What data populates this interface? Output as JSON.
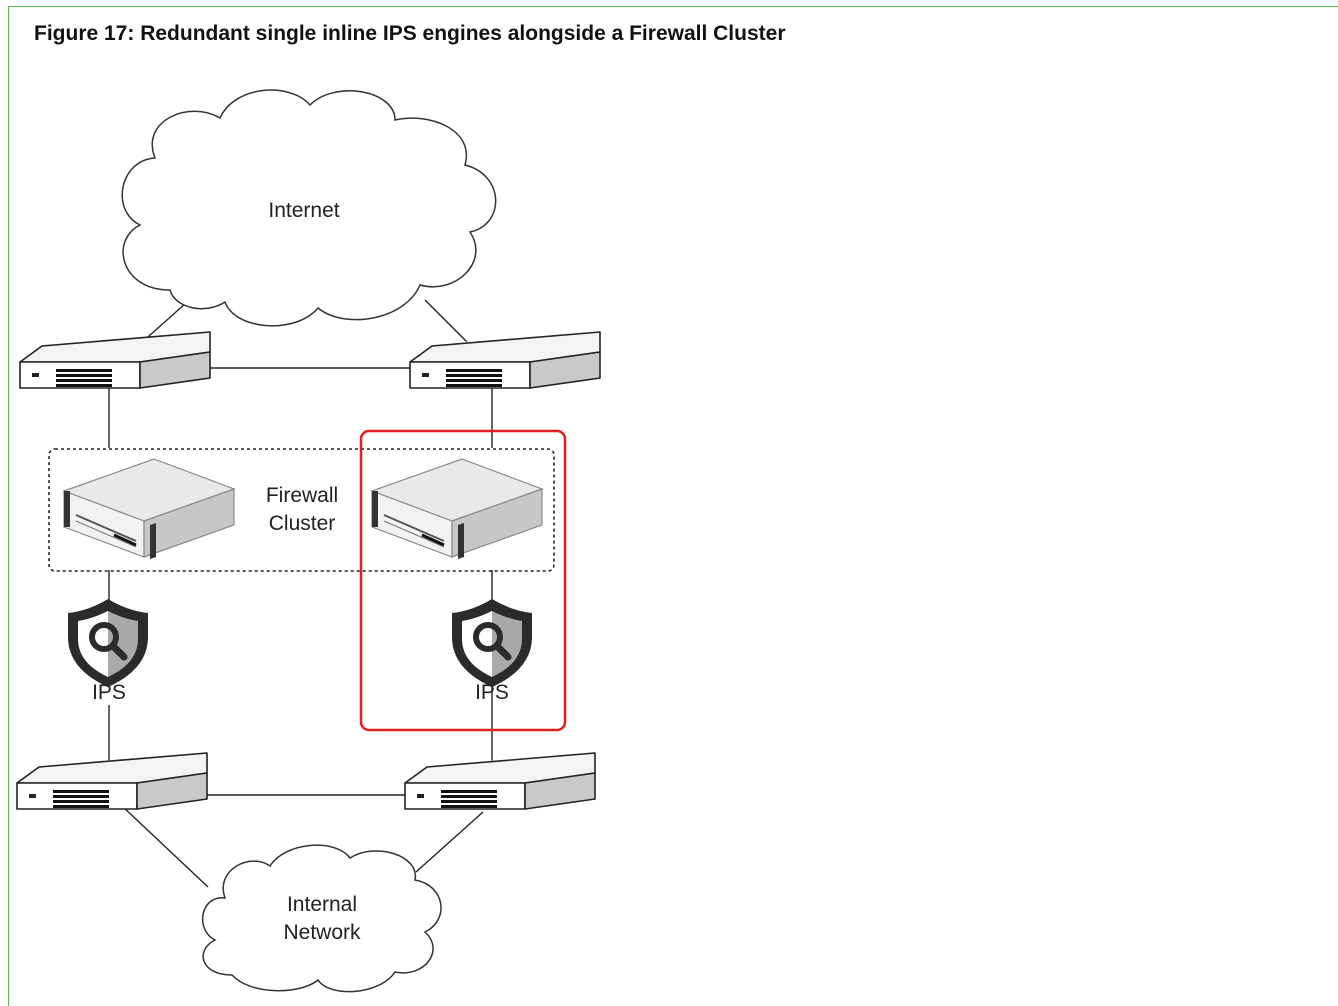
{
  "figure": {
    "title": "Figure 17: Redundant single inline IPS engines alongside a Firewall Cluster"
  },
  "diagram": {
    "internet_label": "Internet",
    "firewall_cluster_label_line1": "Firewall",
    "firewall_cluster_label_line2": "Cluster",
    "ips_left_label": "IPS",
    "ips_right_label": "IPS",
    "internal_network_label_line1": "Internal",
    "internal_network_label_line2": "Network"
  },
  "colors": {
    "frame_border": "#5cb85c",
    "highlight_box": "#e0201c",
    "line": "#222222",
    "shield_dark": "#2b2b2b",
    "shield_light": "#a9a9a9"
  },
  "icons": {
    "cloud": "cloud-icon",
    "switch": "network-switch-icon",
    "firewall": "server-appliance-icon",
    "ips": "shield-magnifier-icon"
  }
}
